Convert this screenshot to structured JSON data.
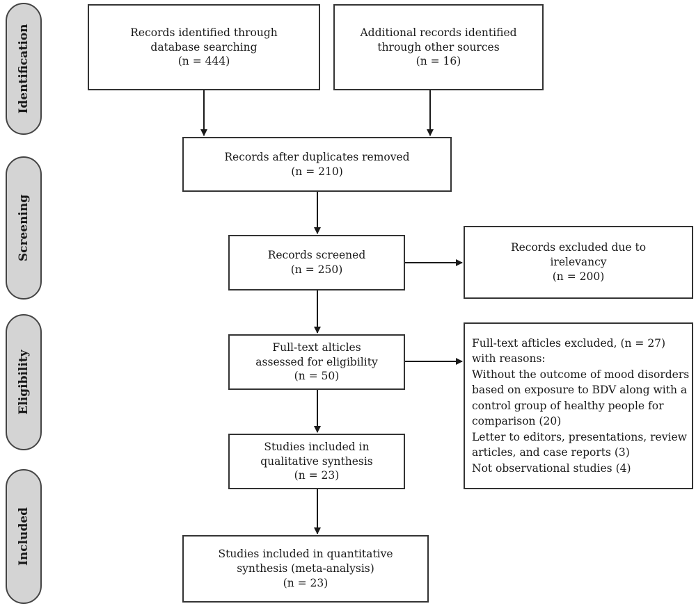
{
  "phases": [
    {
      "label": "Identification"
    },
    {
      "label": "Screening"
    },
    {
      "label": "Eligibility"
    },
    {
      "label": "Included"
    }
  ],
  "boxes": {
    "identified_database": {
      "lines": [
        "Records identified through",
        "database searching",
        "(n = 444)"
      ]
    },
    "identified_other": {
      "lines": [
        "Additional records identified",
        "through other sources",
        "(n = 16)"
      ]
    },
    "after_duplicates": {
      "lines": [
        "Records after duplicates removed",
        "(n = 210)"
      ]
    },
    "screened": {
      "lines": [
        "Records screened",
        "(n = 250)"
      ]
    },
    "excluded": {
      "lines": [
        "Records excluded due to",
        "irelevancy",
        "(n = 200)"
      ]
    },
    "fulltext_assessed": {
      "lines": [
        "Full-text alticles",
        "assessed for eligibility",
        "(n = 50)"
      ]
    },
    "fulltext_excluded": {
      "lines": [
        "Full-text afticles excluded, (n = 27)",
        "with reasons:",
        "Without the outcome of mood disorders",
        "based on exposure to BDV along with a",
        "control group of healthy people for",
        "comparison (20)",
        "Letter to editors, presentations, review",
        "articles, and case reports (3)",
        "Not observational studies (4)"
      ]
    },
    "qualitative": {
      "lines": [
        "Studies included in",
        "qualitative synthesis",
        "(n = 23)"
      ]
    },
    "quantitative": {
      "lines": [
        "Studies included in quantitative",
        "synthesis (meta-analysis)",
        "(n = 23)"
      ]
    }
  }
}
